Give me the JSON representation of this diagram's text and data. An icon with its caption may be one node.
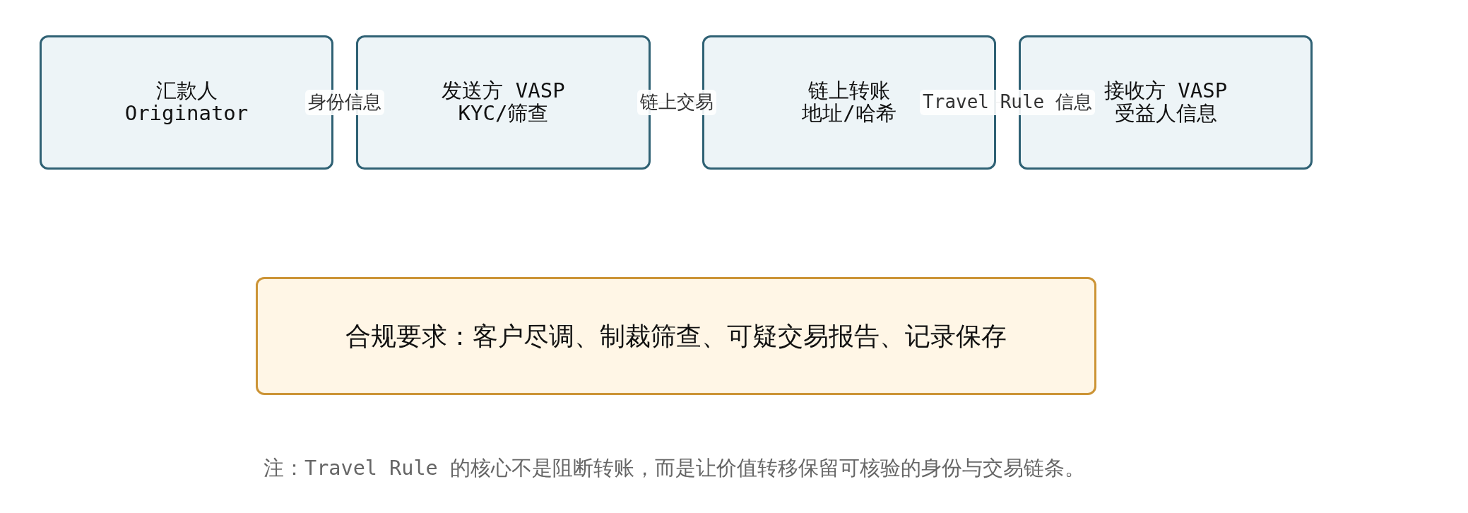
{
  "diagram": {
    "nodes": [
      {
        "text": [
          "汇款人",
          "Originator"
        ]
      },
      {
        "text": [
          "发送方 VASP",
          "KYC/筛查"
        ]
      },
      {
        "text": [
          "链上转账",
          "地址/哈希"
        ]
      },
      {
        "text": [
          "接收方 VASP",
          "受益人信息"
        ]
      },
      {
        "text": [
          "合规要求：客户尽调、制裁筛查、可疑交易报告、记录保存"
        ]
      }
    ],
    "edges": [
      {
        "from": 0,
        "to": 1,
        "arrow": "to",
        "label": "身份信息"
      },
      {
        "from": 1,
        "to": 2,
        "arrow": "to",
        "label": "链上交易"
      },
      {
        "from": 2,
        "to": 3,
        "arrow": "to",
        "label": "Travel Rule 信息"
      }
    ],
    "labels": [
      "注：Travel Rule 的核心不是阻断转账，而是让价值转移保留可核验的身份与交易链条。"
    ]
  }
}
